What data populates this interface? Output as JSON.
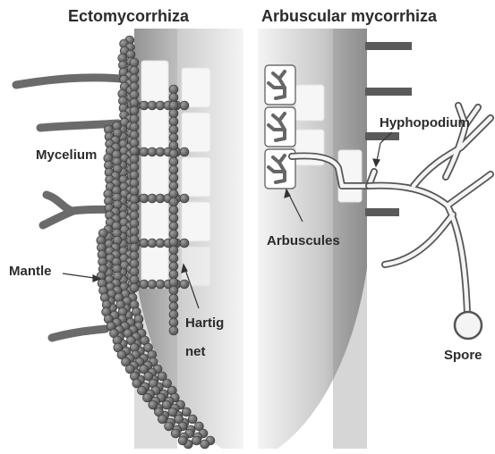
{
  "titles": {
    "left": "Ectomycorrhiza",
    "right": "Arbuscular mycorrhiza"
  },
  "labels": {
    "mycelium": "Mycelium",
    "mantle": "Mantle",
    "hartig_line1": "Hartig",
    "hartig_line2": "net",
    "hyphopodium": "Hyphopodium",
    "arbuscules": "Arbuscules",
    "spore": "Spore"
  },
  "colors": {
    "fungus": "#6b6b6b",
    "fungus_dark": "#3a3a3a",
    "root_light": "#f2f2f2",
    "root_dark": "#9a9a9a",
    "cell": "#f8f8f8",
    "text": "#2b2b2b"
  }
}
